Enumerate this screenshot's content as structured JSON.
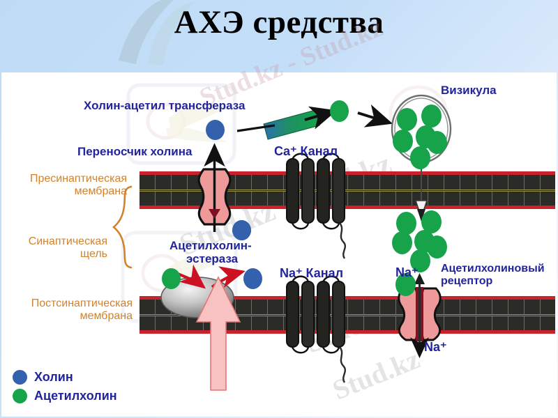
{
  "slide": {
    "title": "АХЭ средства",
    "background_top": "#bfdcf7",
    "panel_background": "#ffffff"
  },
  "colors": {
    "label_blue": "#22249b",
    "label_orange": "#d2822c",
    "choline_blue": "#3461ad",
    "acetylcholine_green": "#16a34a",
    "membrane_edge_red": "#c9222b",
    "membrane_body": "#2b2b28",
    "membrane_midline": "#9d9a4e",
    "protein_pink": "#ef9a9a",
    "drug_arrow_pink": "#f9c2c2",
    "enzyme_red_arrow": "#cc1122",
    "transferase_green": "#1aa35a",
    "transferase_blue": "#2a6fb5"
  },
  "labels": {
    "choline_acetyl_transferase": "Холин-ацетил трансфераза",
    "choline_transporter": "Переносчик холина",
    "ca_channel": "Ca⁺ Канал",
    "vesicle": "Визикула",
    "presynaptic_membrane_line1": "Пресинаптическая",
    "presynaptic_membrane_line2": "мембрана",
    "synaptic_cleft_line1": "Синаптическая",
    "synaptic_cleft_line2": "щель",
    "postsynaptic_membrane_line1": "Постсинаптическая",
    "postsynaptic_membrane_line2": "мембрана",
    "acetylcholinesterase_line1": "Ацетилхолин-",
    "acetylcholinesterase_line2": "эстераза",
    "na_channel": "Na⁺ Канал",
    "na_ion_top": "Na⁺",
    "na_ion_bottom": "Na⁺",
    "acetylcholine_receptor_line1": "Ацетилхолиновый",
    "acetylcholine_receptor_line2": "рецептор"
  },
  "legend": {
    "items": [
      {
        "color": "#3461ad",
        "label": "Холин"
      },
      {
        "color": "#16a34a",
        "label": "Ацетилхолин"
      }
    ]
  },
  "watermarks": {
    "top": "Stud.kz - Stud.kz",
    "mid": "Stud.kz - Stud.kz",
    "lower": "Stud.kz",
    "bottom": "Stud.kz"
  },
  "structures": {
    "ca_channel_helices": 4,
    "na_channel_helices": 4,
    "vesicle_dot_count": 6,
    "released_cluster_count": 6
  }
}
